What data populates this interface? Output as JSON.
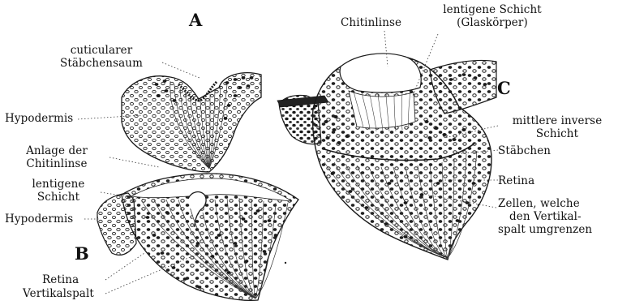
{
  "panels": {
    "a": "A",
    "b": "B",
    "c": "C"
  },
  "labels": {
    "cuticular_line1": "cuticularer",
    "cuticular_line2": "Stäbchensaum",
    "hypodermis_a": "Hypodermis",
    "anlage_line1": "Anlage der",
    "anlage_line2": "Chitinlinse",
    "lentigene_b_line1": "lentigene",
    "lentigene_b_line2": "Schicht",
    "hypodermis_b": "Hypodermis",
    "retina_b": "Retina",
    "vertikalspalt": "Vertikalspalt",
    "chitinlinse": "Chitinlinse",
    "lentigene_c_line1": "lentigene Schicht",
    "lentigene_c_line2": "(Glaskörper)",
    "mittlere_line1": "mittlere inverse",
    "mittlere_line2": "Schicht",
    "staebchen": "Stäbchen",
    "retina_c": "Retina",
    "zellen_line1": "Zellen, welche",
    "zellen_line2": "den Vertikal-",
    "zellen_line3": "spalt umgrenzen"
  }
}
